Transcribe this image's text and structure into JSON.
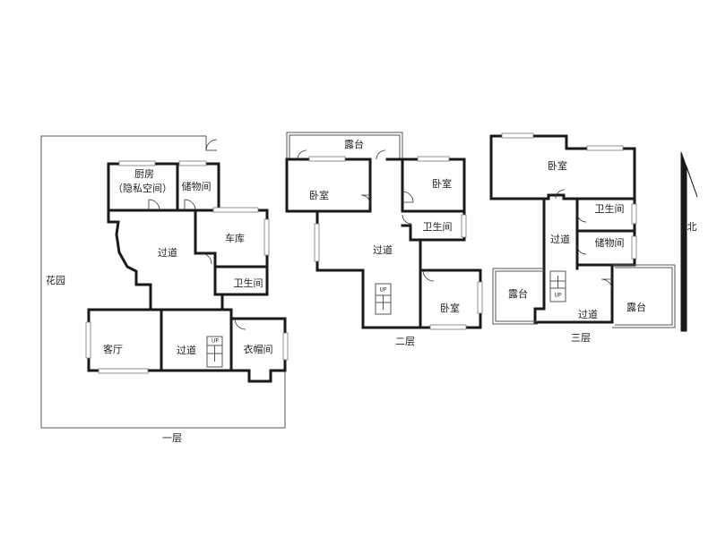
{
  "floor1": {
    "caption": "一层",
    "rooms": {
      "garden": "花园",
      "kitchen": "厨房",
      "kitchen_note": "（隐私空间）",
      "storage": "储物间",
      "garage": "车库",
      "hall_upper": "过道",
      "bathroom": "卫生间",
      "living": "客厅",
      "hall_lower": "过道",
      "cloakroom": "衣帽间"
    },
    "stair_up": "UP"
  },
  "floor2": {
    "caption": "二层",
    "rooms": {
      "terrace": "露台",
      "bedroom_left": "卧室",
      "bedroom_right": "卧室",
      "bathroom": "卫生间",
      "hall": "过道",
      "bedroom_lower": "卧室"
    },
    "stair_up": "UP"
  },
  "floor3": {
    "caption": "三层",
    "rooms": {
      "bedroom": "卧室",
      "bathroom": "卫生间",
      "hall_upper": "过道",
      "storage": "储物间",
      "terrace_left": "露台",
      "hall_lower": "过道",
      "terrace_right": "露台"
    },
    "stair_up": "UP"
  },
  "compass": {
    "label": "北"
  }
}
